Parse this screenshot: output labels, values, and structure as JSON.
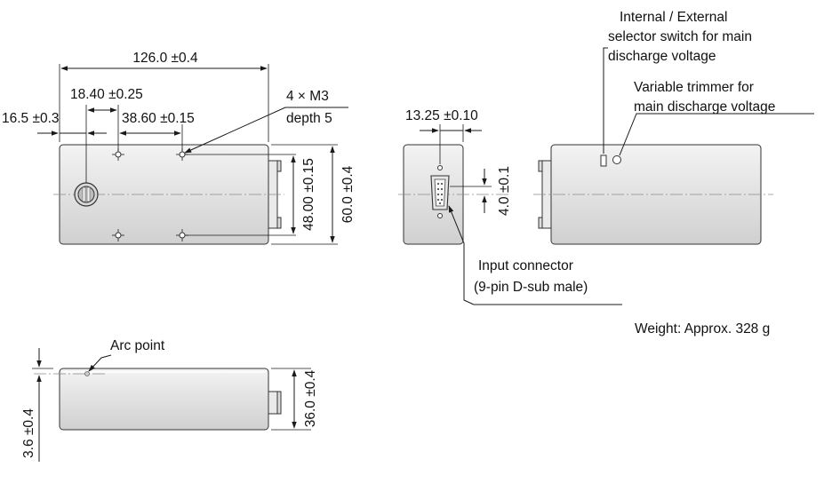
{
  "colors": {
    "body_top": "#f3f3f3",
    "body_bottom": "#d0d0d0",
    "line": "#1a1a1a",
    "centerline": "#8a8a8a"
  },
  "front_view": {
    "overall_length": "126.0 ±0.4",
    "hole_spacing_inner": "18.40 ±0.25",
    "end_offset": "16.5 ±0.3",
    "hole_spacing_outer": "38.60 ±0.15",
    "mount_holes": "4 × M3",
    "mount_depth": "depth 5",
    "hole_vertical_spacing": "48.00 ±0.15",
    "overall_height": "60.0 ±0.4"
  },
  "end_view": {
    "connector_offset": "13.25 ±0.10",
    "connector_height_offset": "4.0 ±0.1",
    "connector_label_line1": "Input connector",
    "connector_label_line2": "(9-pin D-sub male)"
  },
  "rear_view": {
    "switch_label_line1": "Internal / External",
    "switch_label_line2": "selector switch for main",
    "switch_label_line3": "discharge voltage",
    "trimmer_label_line1": "Variable trimmer for",
    "trimmer_label_line2": "main discharge voltage"
  },
  "weight": "Weight: Approx. 328 g",
  "bottom_view": {
    "arc_point": "Arc point",
    "arc_offset": "3.6 ±0.4",
    "overall_depth": "36.0 ±0.4"
  }
}
